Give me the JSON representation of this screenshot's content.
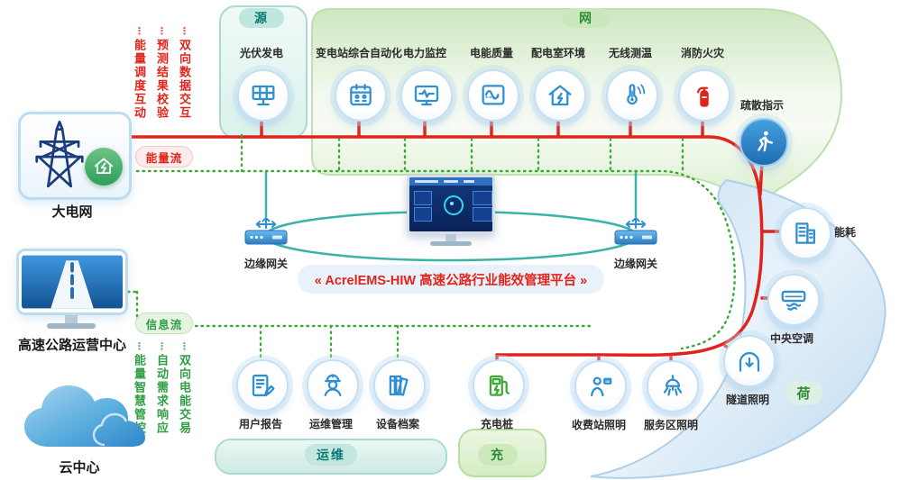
{
  "labels": {
    "source": "源",
    "grid": "网",
    "load": "荷",
    "ops": "运维",
    "charge": "充",
    "energy_flow": "能量流",
    "info_flow": "信息流",
    "platform_title": "« AcrelEMS-HIW 高速公路行业能效管理平台 »",
    "gateway": "边缘网关",
    "big_grid": "大电网",
    "ops_center": "高速公路运营中心",
    "cloud": "云中心"
  },
  "flows": {
    "red_columns": [
      "能量调度互动",
      "预测结果校验",
      "双向数据交互"
    ],
    "green_columns": [
      "能量智慧管控",
      "自动需求响应",
      "双向电能交易"
    ]
  },
  "source_node": {
    "label": "光伏发电",
    "icon": "solar-panel"
  },
  "grid_nodes": [
    {
      "label": "变电站综合自动化",
      "icon": "substation-automation"
    },
    {
      "label": "电力监控",
      "icon": "power-monitoring"
    },
    {
      "label": "电能质量",
      "icon": "power-quality-wave"
    },
    {
      "label": "配电室环境",
      "icon": "distribution-room-house-bolt"
    },
    {
      "label": "无线测温",
      "icon": "wireless-temperature"
    },
    {
      "label": "消防火灾",
      "icon": "fire-extinguisher"
    },
    {
      "label": "疏散指示",
      "icon": "evacuation-runner"
    }
  ],
  "ops_nodes": [
    {
      "label": "用户报告",
      "icon": "user-report"
    },
    {
      "label": "运维管理",
      "icon": "maintenance-worker"
    },
    {
      "label": "设备档案",
      "icon": "equipment-archive"
    }
  ],
  "charge_node": {
    "label": "充电桩",
    "icon": "charging-pile"
  },
  "load_nodes": [
    {
      "label": "能耗",
      "icon": "building-energy"
    },
    {
      "label": "中央空调",
      "icon": "central-ac"
    },
    {
      "label": "隧道照明",
      "icon": "tunnel-lighting"
    },
    {
      "label": "收费站照明",
      "icon": "toll-station-lighting"
    },
    {
      "label": "服务区照明",
      "icon": "service-area-lighting"
    }
  ],
  "colors": {
    "energy_flow": "#e0241b",
    "info_flow": "#3aaa35",
    "link": "#39b3aa",
    "icon_blue": "#2f8fd0"
  }
}
